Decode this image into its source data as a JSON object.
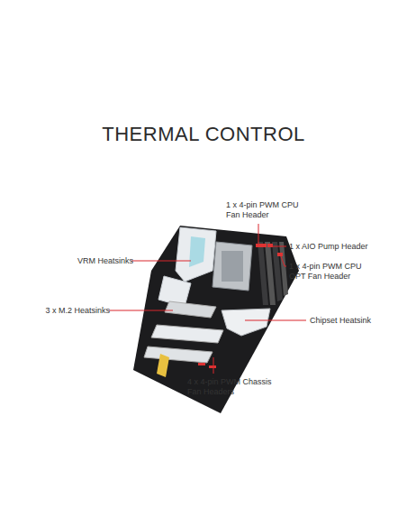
{
  "diagram": {
    "title": "THERMAL CONTROL",
    "labels": [
      "1 x 4-pin PWM CPU Fan Header",
      "1 x AIO Pump Header",
      "VRM Heatsinks",
      "1 x 4-pin PWM CPU OPT Fan Header",
      "3 x M.2 Heatsinks",
      "Chipset Heatsink",
      "4 x 4-pin PWM Chassis Fan Headers"
    ]
  }
}
